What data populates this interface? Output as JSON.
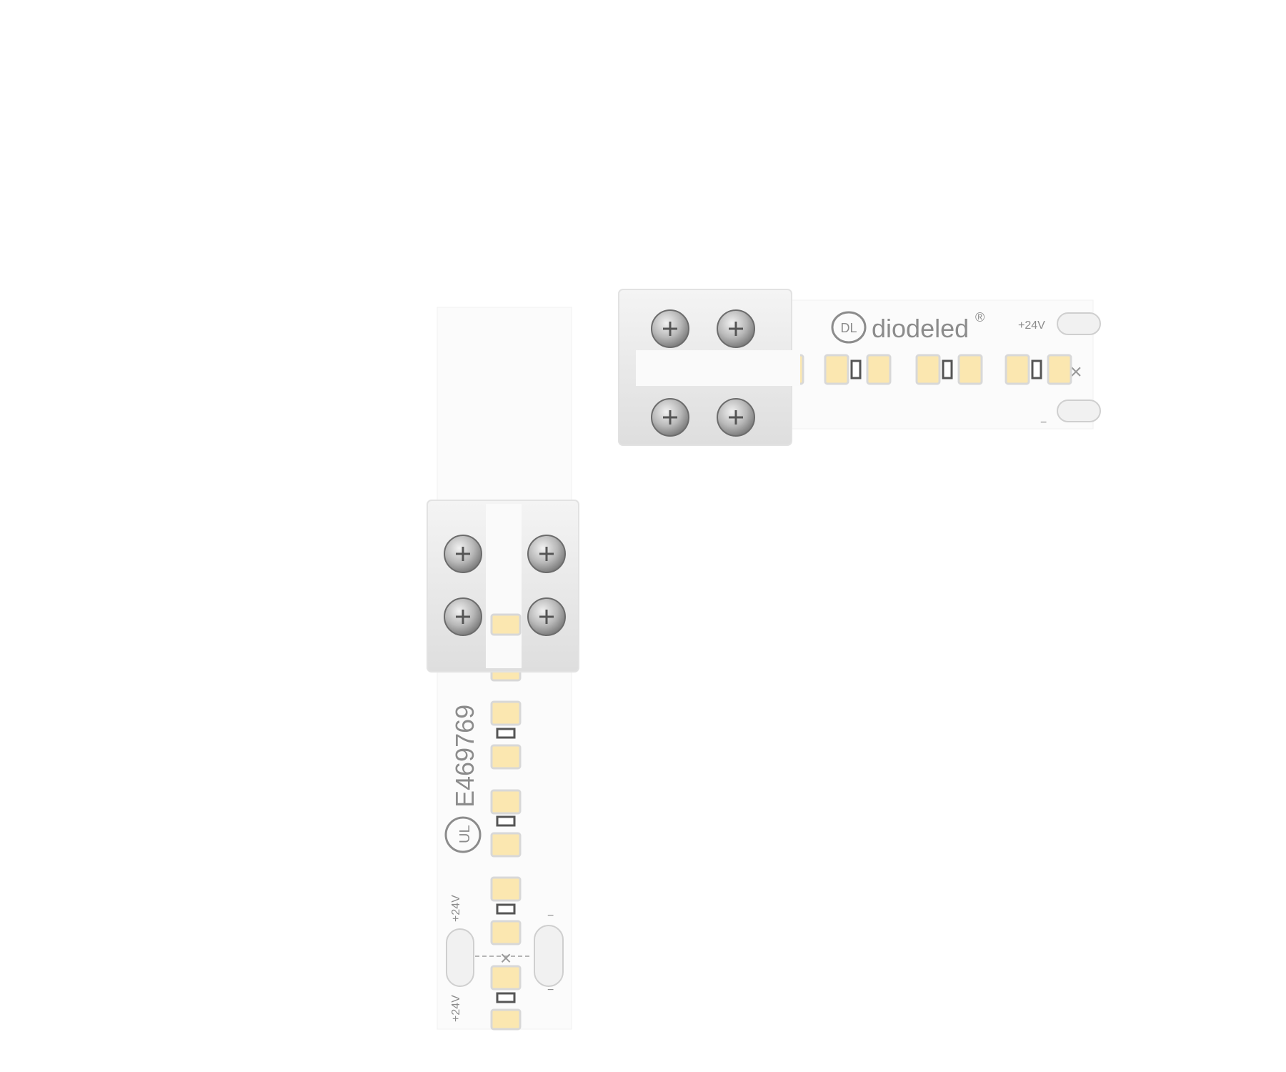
{
  "brand": {
    "logo_mark": "DL",
    "name": "diodeled",
    "registered": "®"
  },
  "labels": {
    "voltage": "+24V",
    "minus": "−",
    "cut_mark": "×",
    "certification_number": "E469769",
    "cert_logo": "UL"
  },
  "colors": {
    "background": "#ffffff",
    "pcb": "#fbfbfb",
    "connector_body": "#e6e6e6",
    "screw": "#9a9a9a",
    "led_chip": "#fbe7b0",
    "led_frame": "#d8d8d8",
    "print": "#8c8c8c"
  },
  "icons": [
    "screw-icon",
    "led-chip-icon",
    "resistor-icon",
    "solder-pad-icon",
    "ul-logo-icon",
    "cut-mark-icon"
  ]
}
